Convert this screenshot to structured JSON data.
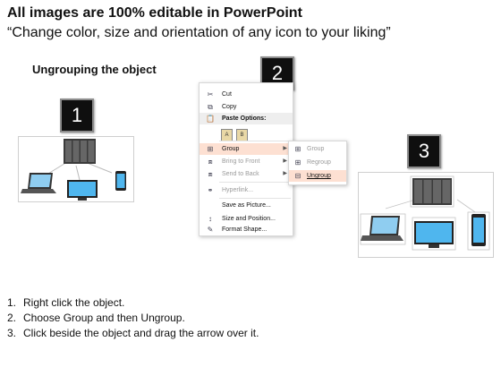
{
  "header": {
    "title": "All images are 100% editable in PowerPoint",
    "subtitle": "“Change color, size and orientation of any icon to your liking”"
  },
  "section_title": "Ungrouping the object",
  "badges": [
    "1",
    "2",
    "3"
  ],
  "context_menu": {
    "items": [
      {
        "label": "Cut",
        "icon": "scissors-icon",
        "glyph": "✂",
        "enabled": true
      },
      {
        "label": "Copy",
        "icon": "copy-icon",
        "glyph": "⧉",
        "enabled": true
      },
      {
        "label": "Paste Options:",
        "icon": "paste-icon",
        "glyph": "📋",
        "enabled": true,
        "header": true
      },
      {
        "label": "Group",
        "icon": "group-icon",
        "glyph": "⊞",
        "enabled": true,
        "active": true,
        "submenu": true
      },
      {
        "label": "Bring to Front",
        "icon": "bring-to-front-icon",
        "glyph": "⧈",
        "enabled": false,
        "submenu": true
      },
      {
        "label": "Send to Back",
        "icon": "send-to-back-icon",
        "glyph": "⧈",
        "enabled": false,
        "submenu": true
      },
      {
        "label": "Hyperlink...",
        "icon": "hyperlink-icon",
        "glyph": "⚭",
        "enabled": false
      },
      {
        "label": "Save as Picture...",
        "icon": "save-picture-icon",
        "glyph": "",
        "enabled": true
      },
      {
        "label": "Size and Position...",
        "icon": "size-position-icon",
        "glyph": "↕",
        "enabled": true
      },
      {
        "label": "Format Shape...",
        "icon": "format-shape-icon",
        "glyph": "✎",
        "enabled": true
      }
    ],
    "paste_icons": [
      "A",
      "B"
    ]
  },
  "submenu": {
    "items": [
      {
        "label": "Group",
        "icon": "group-icon",
        "glyph": "⊞",
        "enabled": false
      },
      {
        "label": "Regroup",
        "icon": "regroup-icon",
        "glyph": "⊞",
        "enabled": false
      },
      {
        "label": "Ungroup",
        "icon": "ungroup-icon",
        "glyph": "⊟",
        "enabled": true,
        "active": true
      }
    ]
  },
  "steps": [
    {
      "num": "1.",
      "text": "Right click the object."
    },
    {
      "num": "2.",
      "text": "Choose Group and then Ungroup."
    },
    {
      "num": "3.",
      "text": "Click beside the object and drag the arrow over it."
    }
  ],
  "colors": {
    "highlight": "#fde0d2",
    "badge_bg": "#0f0f0f",
    "screen_blue": "#4fb6ee"
  }
}
